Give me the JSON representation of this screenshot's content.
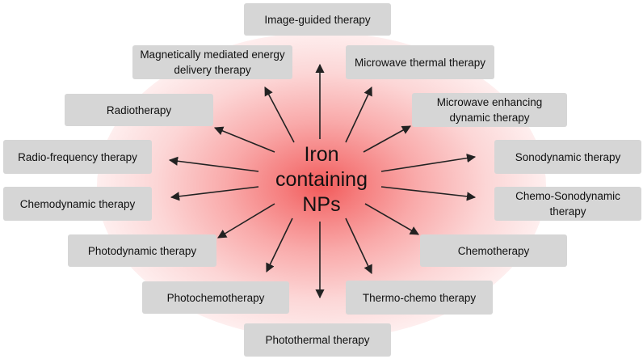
{
  "center": {
    "lines": [
      "Iron",
      "containing",
      "NPs"
    ]
  },
  "therapies": [
    "Image-guided therapy",
    "Microwave thermal therapy",
    "Microwave enhancing dynamic therapy",
    "Sonodynamic therapy",
    "Chemo-Sonodynamic therapy",
    "Chemotherapy",
    "Thermo-chemo therapy",
    "Photothermal therapy",
    "Photochemotherapy",
    "Photodynamic therapy",
    "Chemodynamic therapy",
    "Radio-frequency therapy",
    "Radiotherapy",
    "Magnetically mediated energy delivery therapy"
  ],
  "colors": {
    "box": "#d6d6d6",
    "glow": "#f25a5a",
    "arrow": "#222222"
  }
}
